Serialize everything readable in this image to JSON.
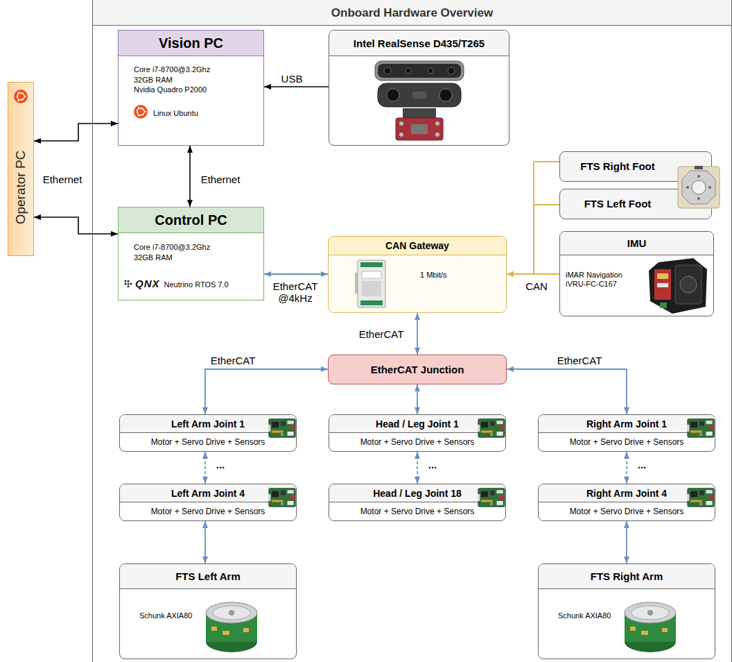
{
  "diagram": {
    "nodes": [
      {
        "text": [
          "Onboard Hardware Overview"
        ]
      },
      {
        "text": [
          "Operator PC"
        ]
      },
      {
        "text": [
          "Vision PC",
          "Core i7-8700@3.2Ghz 32GB RAM Nvidia Quadro P2000",
          "Linux Ubuntu"
        ],
        "in": 0
      },
      {
        "text": [
          "Intel RealSense D435/T265"
        ],
        "in": 0
      },
      {
        "text": [
          "Control PC",
          "Core i7-8700@3.2Ghz 32GB RAM",
          "QNX",
          "Neutrino RTOS 7.0"
        ],
        "in": 0
      },
      {
        "text": [
          "CAN Gateway",
          "1 Mbit/s"
        ],
        "in": 0
      },
      {
        "text": [
          "FTS Right Foot"
        ],
        "in": 0
      },
      {
        "text": [
          "FTS Left Foot"
        ],
        "in": 0
      },
      {
        "text": [
          "IMU",
          "iMAR Navigation iVRU-FC-C167"
        ],
        "in": 0
      },
      {
        "text": [
          "EtherCAT Junction"
        ],
        "in": 0
      },
      {
        "text": [
          "Left Arm Joint 1",
          "Motor + Servo Drive + Sensors"
        ],
        "in": 0
      },
      {
        "text": [
          "Head / Leg Joint 1",
          "Motor + Servo Drive + Sensors"
        ],
        "in": 0
      },
      {
        "text": [
          "Right Arm Joint 1",
          "Motor + Servo Drive + Sensors"
        ],
        "in": 0
      },
      {
        "text": [
          "Left Arm Joint 4",
          "Motor + Servo Drive + Sensors"
        ],
        "in": 0
      },
      {
        "text": [
          "Head / Leg Joint 18",
          "Motor + Servo Drive + Sensors"
        ],
        "in": 0
      },
      {
        "text": [
          "Right Arm Joint 4",
          "Motor + Servo Drive + Sensors"
        ],
        "in": 0
      },
      {
        "text": [
          "FTS Left Arm",
          "Schunk AXIA80"
        ],
        "in": 0
      },
      {
        "text": [
          "FTS Right Arm",
          "Schunk AXIA80"
        ],
        "in": 0
      }
    ],
    "edges": [
      {
        "from": 1,
        "to": 2,
        "arrow": "both"
      },
      {
        "from": 1,
        "to": 4,
        "arrow": "both"
      },
      {
        "from": 3,
        "to": 2,
        "arrow": "to",
        "label": "USB"
      },
      {
        "from": 2,
        "to": 4,
        "arrow": "both",
        "label": "Ethernet"
      },
      {
        "from": 4,
        "to": 5,
        "arrow": "both",
        "label": "EtherCAT @4kHz"
      },
      {
        "from": 6,
        "to": 5,
        "arrow": "to"
      },
      {
        "from": 7,
        "to": 5,
        "arrow": "to"
      },
      {
        "from": 8,
        "to": 5,
        "arrow": "to"
      },
      {
        "from": 5,
        "to": 9,
        "arrow": "both",
        "label": "EtherCAT"
      },
      {
        "from": 9,
        "to": 10,
        "arrow": "both",
        "label": "EtherCAT"
      },
      {
        "from": 9,
        "to": 11,
        "arrow": "both"
      },
      {
        "from": 9,
        "to": 12,
        "arrow": "both",
        "label": "EtherCAT"
      },
      {
        "from": 10,
        "to": 13,
        "arrow": "both"
      },
      {
        "from": 11,
        "to": 14,
        "arrow": "both"
      },
      {
        "from": 12,
        "to": 15,
        "arrow": "both"
      },
      {
        "from": 13,
        "to": 16,
        "arrow": "both"
      },
      {
        "from": 15,
        "to": 17,
        "arrow": "both"
      }
    ],
    "labels": [
      "Ethernet",
      "CAN",
      "...",
      "...",
      "..."
    ]
  }
}
